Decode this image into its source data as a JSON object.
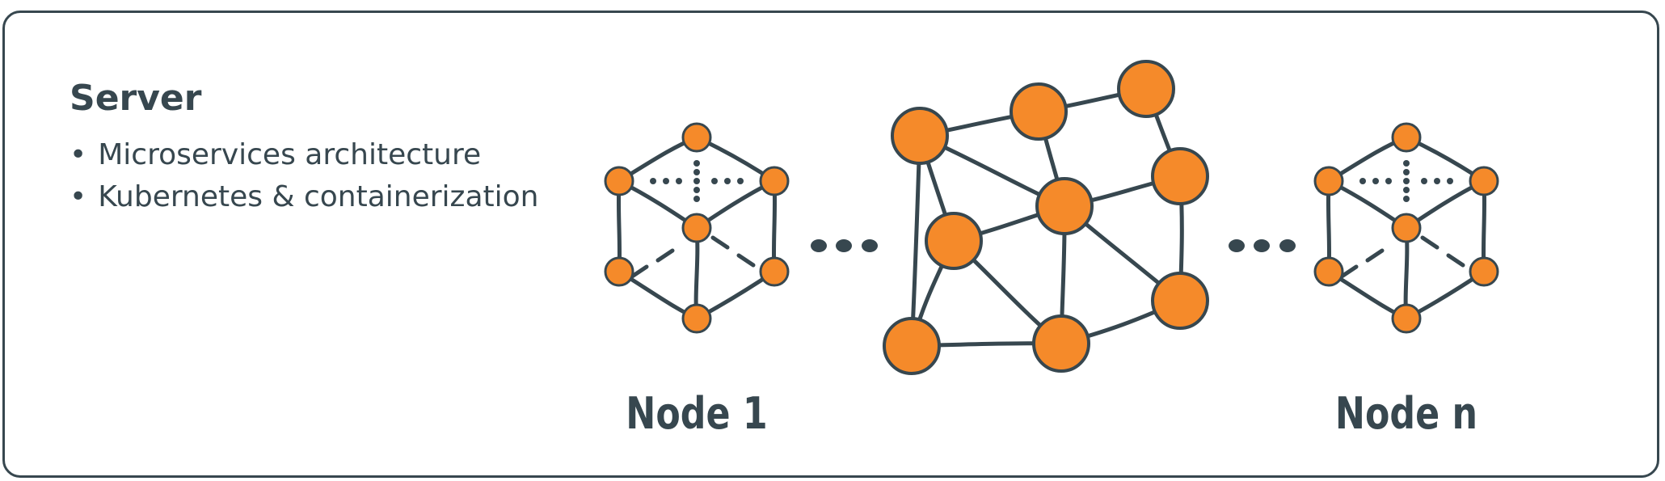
{
  "server": {
    "title": "Server",
    "bullets": [
      "Microservices architecture",
      "Kubernetes & containerization"
    ]
  },
  "nodes": [
    {
      "label": "Node 1"
    },
    {
      "label": "Node n"
    }
  ],
  "colors": {
    "node_fill": "#f58a2a",
    "stroke": "#37474f",
    "background": "#ffffff"
  }
}
